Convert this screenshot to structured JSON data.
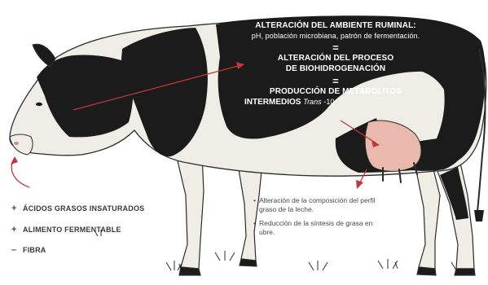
{
  "header": {
    "line1": "ALTERACIÓN DEL AMBIENTE RUMINAL:",
    "line1_detail": "pH, población microbiana, patrón de fermentación.",
    "equals": "=",
    "line2a": "ALTERACIÓN DEL PROCESO",
    "line2b": "DE BIOHIDROGENACIÓN",
    "line3a": "PRODUCCIÓN DE METABOLITOS",
    "line3b": "INTERMEDIOS",
    "line3_trans": "Trans",
    "line3_num": "-10"
  },
  "diet": [
    {
      "sign": "+",
      "label": "ÁCIDOS GRASOS INSATURADOS"
    },
    {
      "sign": "+",
      "label": "ALIMENTO FERMENTABLE"
    },
    {
      "sign": "–",
      "label": "FIBRA"
    }
  ],
  "effects": [
    {
      "bullet": "•",
      "text": "Alteración de la composición del perfil graso de la leche."
    },
    {
      "bullet": "•",
      "text": "Reducción de la síntesis de grasa en ubre."
    }
  ],
  "colors": {
    "black": "#1b1b1b",
    "white": "#ffffff",
    "cream": "#efeee6",
    "udder": "#e9b9ae",
    "arrow": "#c0363f",
    "grass": "#2b2b2b"
  }
}
